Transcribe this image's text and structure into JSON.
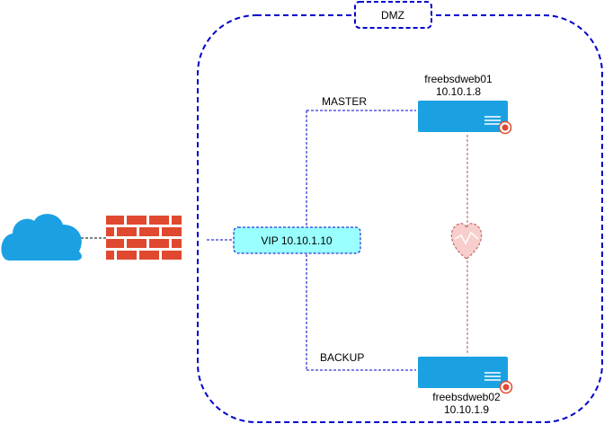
{
  "zone": {
    "label": "DMZ",
    "border_color": "#0000CC"
  },
  "vip": {
    "label": "VIP 10.10.1.10",
    "fill": "#99FFFF"
  },
  "roles": {
    "master": "MASTER",
    "backup": "BACKUP"
  },
  "servers": [
    {
      "name": "freebsdweb01",
      "ip": "10.10.1.8"
    },
    {
      "name": "freebsdweb02",
      "ip": "10.10.1.9"
    }
  ],
  "icons": {
    "cloud": "cloud-icon",
    "firewall": "firewall-icon",
    "server": "server-icon",
    "heartbeat": "heart-icon"
  },
  "colors": {
    "cloud": "#1BA1E2",
    "firewall": "#E0492F",
    "server": "#1BA1E2",
    "link": "#0000CC",
    "heartbeat": "#F8CECC",
    "heartbeat_stroke": "#B85450",
    "alert": "#E0492F"
  }
}
